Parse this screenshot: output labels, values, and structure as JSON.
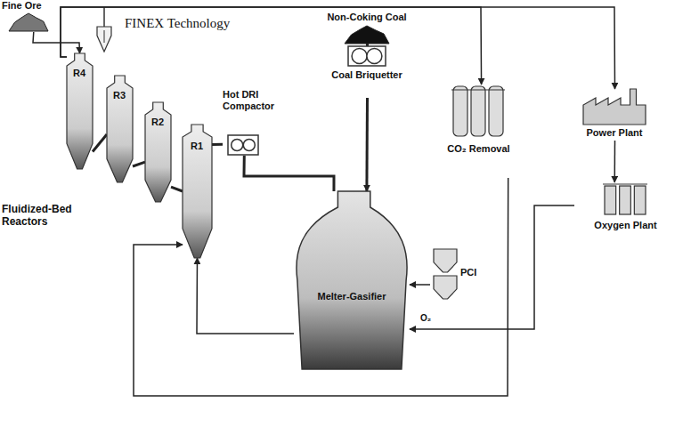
{
  "diagram": {
    "title": "FINEX Technology",
    "nodes": [
      {
        "text": [
          "Fine Ore"
        ]
      },
      {
        "text": [
          "Non-Coking Coal"
        ]
      },
      {
        "text": [
          "R4"
        ]
      },
      {
        "text": [
          "R3"
        ]
      },
      {
        "text": [
          "R2"
        ]
      },
      {
        "text": [
          "R1"
        ]
      },
      {
        "text": [
          "Hot DRI Compactor"
        ]
      },
      {
        "text": [
          "Coal Briquetter"
        ]
      },
      {
        "text": [
          "CO₂ Removal"
        ]
      },
      {
        "text": [
          "Power Plant"
        ]
      },
      {
        "text": [
          "Melter-Gasifier"
        ]
      },
      {
        "text": [
          "PCI"
        ]
      },
      {
        "text": [
          "Oxygen Plant"
        ]
      }
    ],
    "edges": [
      {
        "from": 0,
        "to": 2,
        "arrow": "to"
      },
      {
        "from": 1,
        "to": 7,
        "arrow": "to"
      },
      {
        "from": 2,
        "to": 3,
        "arrow": "none"
      },
      {
        "from": 3,
        "to": 4,
        "arrow": "none"
      },
      {
        "from": 4,
        "to": 5,
        "arrow": "none"
      },
      {
        "from": 5,
        "to": 6,
        "arrow": "none"
      },
      {
        "from": 6,
        "to": 10,
        "arrow": "none"
      },
      {
        "from": 7,
        "to": 10,
        "arrow": "to"
      },
      {
        "from": 12,
        "to": 10,
        "label": "O₂",
        "arrow": "to"
      },
      {
        "from": 9,
        "to": 12,
        "arrow": "to"
      },
      {
        "from": 11,
        "to": 10,
        "arrow": "to"
      },
      {
        "from": 2,
        "to": 8,
        "arrow": "to"
      },
      {
        "from": 2,
        "to": 9,
        "arrow": "to"
      },
      {
        "from": 10,
        "to": 5,
        "arrow": "to"
      },
      {
        "from": 8,
        "to": 5,
        "arrow": "to"
      }
    ],
    "labels": [
      "Fluidized-Bed Reactors"
    ]
  }
}
